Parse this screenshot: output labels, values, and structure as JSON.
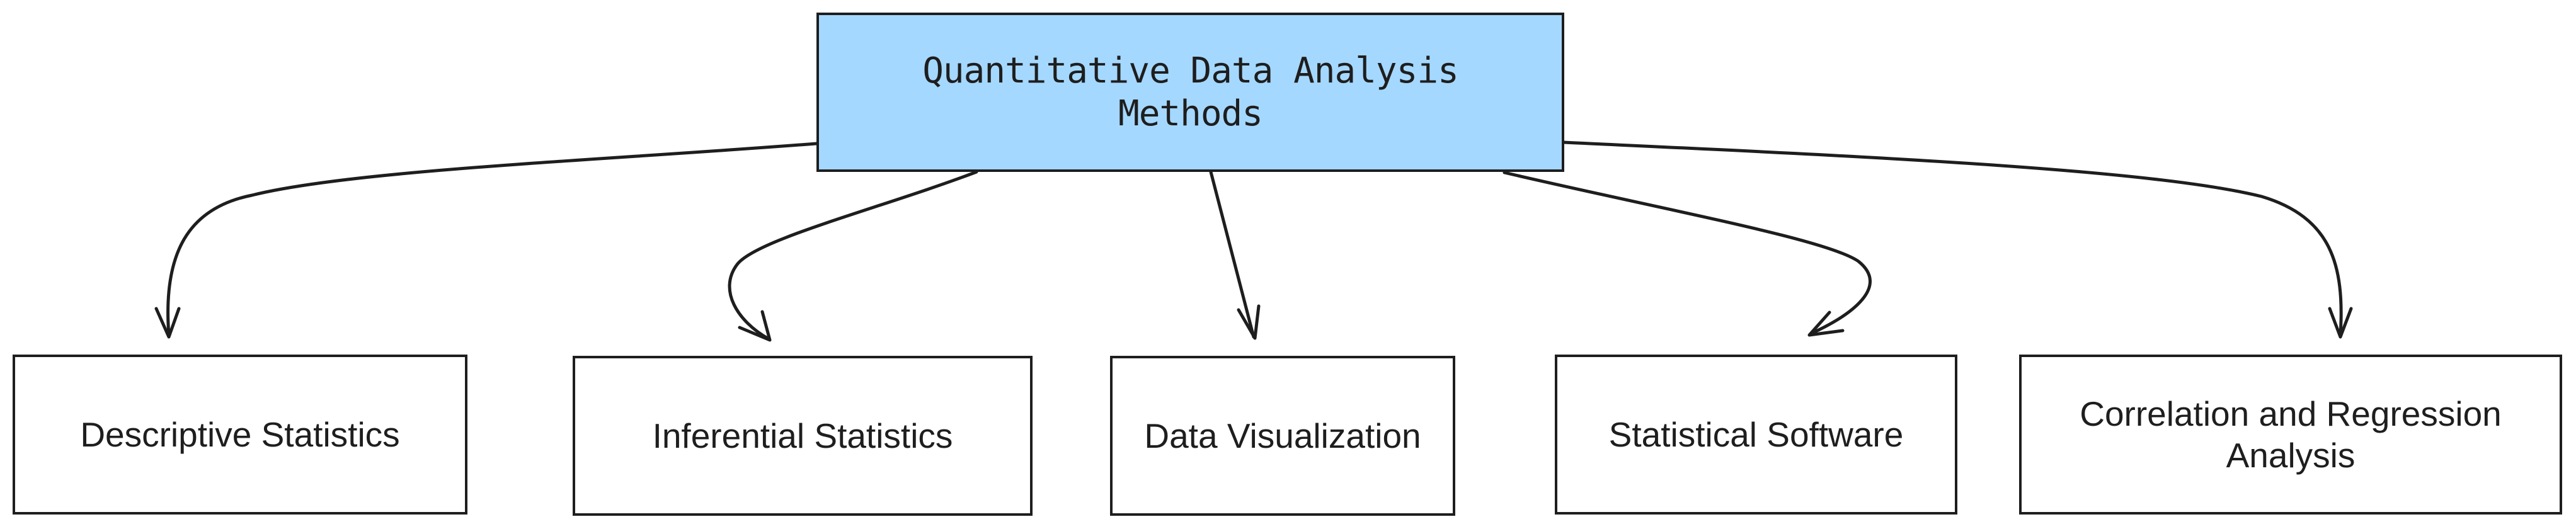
{
  "diagram": {
    "root": {
      "label": "Quantitative Data Analysis Methods",
      "fill": "#a5d8ff"
    },
    "children": [
      {
        "label": "Descriptive Statistics"
      },
      {
        "label": "Inferential Statistics"
      },
      {
        "label": "Data Visualization"
      },
      {
        "label": "Statistical Software"
      },
      {
        "label": "Correlation and Regression Analysis"
      }
    ],
    "colors": {
      "stroke": "#1e1e1e",
      "background": "#ffffff"
    }
  }
}
